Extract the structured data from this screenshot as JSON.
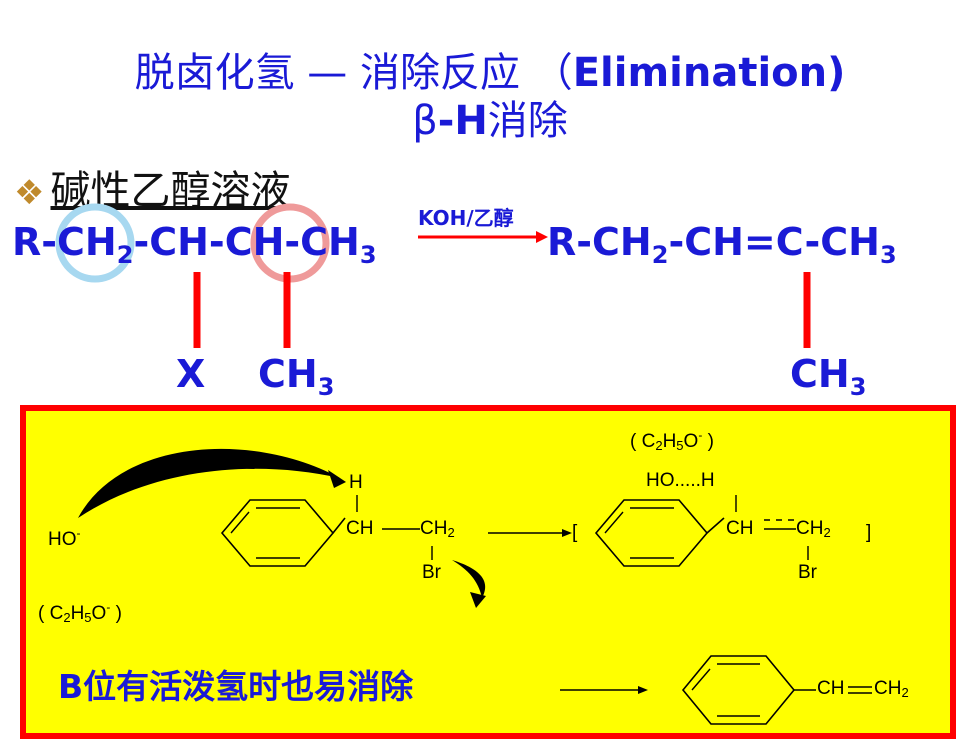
{
  "title": {
    "line1_cn": "脱卤化氢 — 消除反应 （",
    "line1_en": "Elimination)",
    "line2_beta": "β",
    "line2_h": "-H",
    "line2_cn": "消除"
  },
  "section_heading": "碱性乙醇溶液",
  "reaction": {
    "reactant_parts": [
      "R-",
      "CH",
      "2",
      "-CH-",
      "CH-",
      "CH",
      "3"
    ],
    "reagent": "KOH/乙醇",
    "product_parts": [
      "R-CH",
      "2",
      "-CH=C-CH",
      "3"
    ],
    "sub_x": "X",
    "sub_ch3_left": "CH",
    "sub_ch3_right": "CH",
    "sub_3": "3"
  },
  "mechanism": {
    "ho": "HO",
    "minus": "-",
    "h": "H",
    "ch": "CH",
    "ch2": "CH",
    "two": "2",
    "br": "Br",
    "solvent_left": "( C",
    "solvent_h5o": "H",
    "solvent_o": "O",
    "solvent_close": " )",
    "solvent_top": "( C",
    "ho_h": "HO.....H",
    "bracket_open": "[",
    "bracket_close": "]",
    "product_ch": "CH",
    "product_ch2": "CH"
  },
  "note": "B位有活泼氢时也易消除",
  "colors": {
    "blue": "#1a1ad6",
    "red": "#ff0000",
    "yellow": "#ffff00"
  }
}
